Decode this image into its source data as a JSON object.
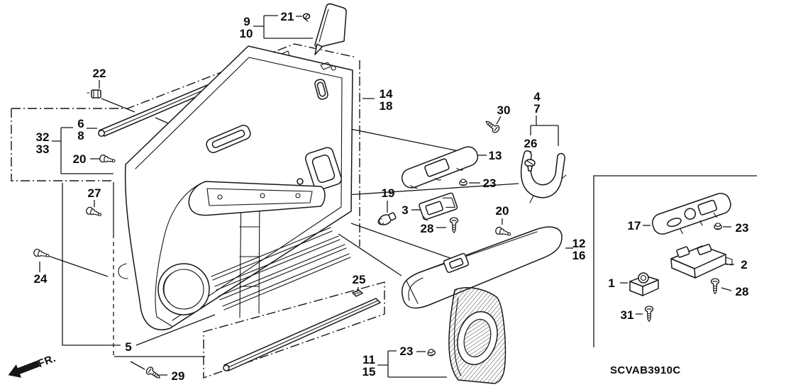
{
  "diagram": {
    "drawing_code": "SCVAB3910C",
    "direction_label": "FR.",
    "line_color": "#161616",
    "background": "#ffffff",
    "callouts": [
      {
        "text": "9"
      },
      {
        "text": "10"
      },
      {
        "text": "21"
      },
      {
        "text": "22"
      },
      {
        "text": "14"
      },
      {
        "text": "18"
      },
      {
        "text": "32"
      },
      {
        "text": "33"
      },
      {
        "text": "6"
      },
      {
        "text": "8"
      },
      {
        "text": "20"
      },
      {
        "text": "27"
      },
      {
        "text": "24"
      },
      {
        "text": "30"
      },
      {
        "text": "4"
      },
      {
        "text": "7"
      },
      {
        "text": "26"
      },
      {
        "text": "13"
      },
      {
        "text": "23"
      },
      {
        "text": "19"
      },
      {
        "text": "3"
      },
      {
        "text": "28"
      },
      {
        "text": "20"
      },
      {
        "text": "12"
      },
      {
        "text": "16"
      },
      {
        "text": "25"
      },
      {
        "text": "5"
      },
      {
        "text": "29"
      },
      {
        "text": "11"
      },
      {
        "text": "15"
      },
      {
        "text": "23"
      },
      {
        "text": "17"
      },
      {
        "text": "23"
      },
      {
        "text": "2"
      },
      {
        "text": "1"
      },
      {
        "text": "28"
      },
      {
        "text": "31"
      }
    ]
  }
}
